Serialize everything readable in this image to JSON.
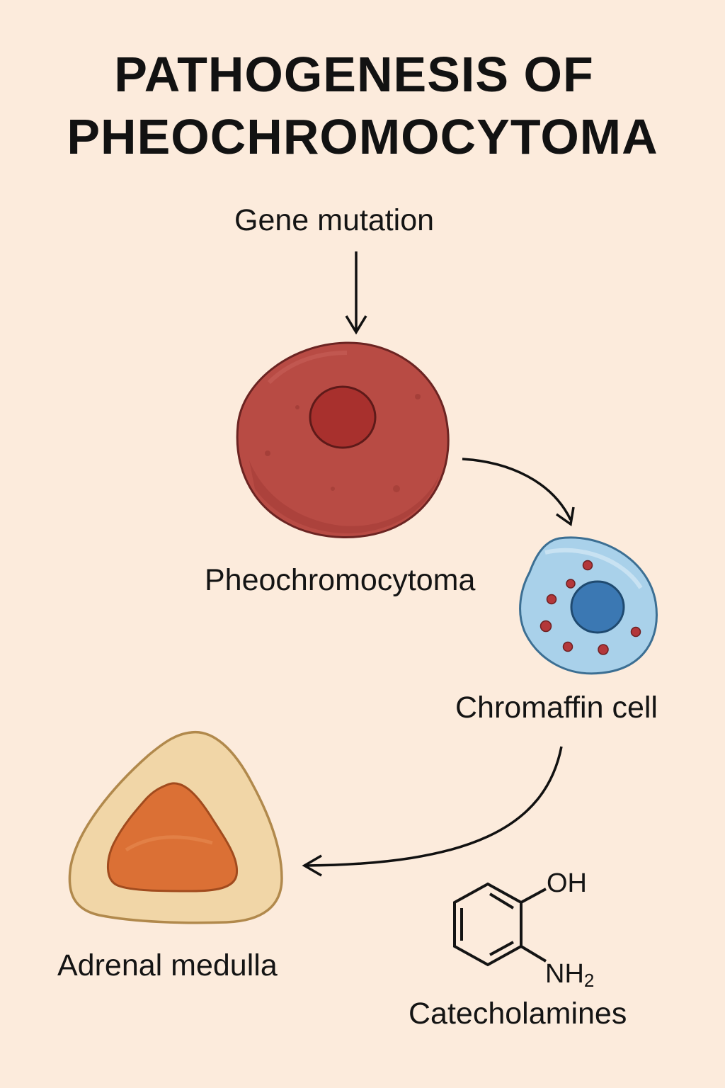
{
  "title": {
    "line1": "PATHOGENESIS OF",
    "line2": "PHEOCHROMOCYTOMA"
  },
  "labels": {
    "gene_mutation": "Gene mutation",
    "pheochromocytoma": "Pheochromocytoma",
    "chromaffin_cell": "Chromaffin cell",
    "adrenal_medulla": "Adrenal medulla",
    "catecholamines": "Catecholamines"
  },
  "chemistry": {
    "oh": "OH",
    "nh": "NH",
    "nh_subscript": "2"
  },
  "colors": {
    "background": "#fcebdc",
    "tumor_cell": "#b84b44",
    "tumor_nucleus": "#a8302d",
    "chromaffin_cell": "#a9d1ea",
    "chromaffin_nucleus": "#3b78b3",
    "granules": "#b3373a",
    "adrenal_outer": "#f1d6a7",
    "adrenal_inner": "#db7035"
  }
}
